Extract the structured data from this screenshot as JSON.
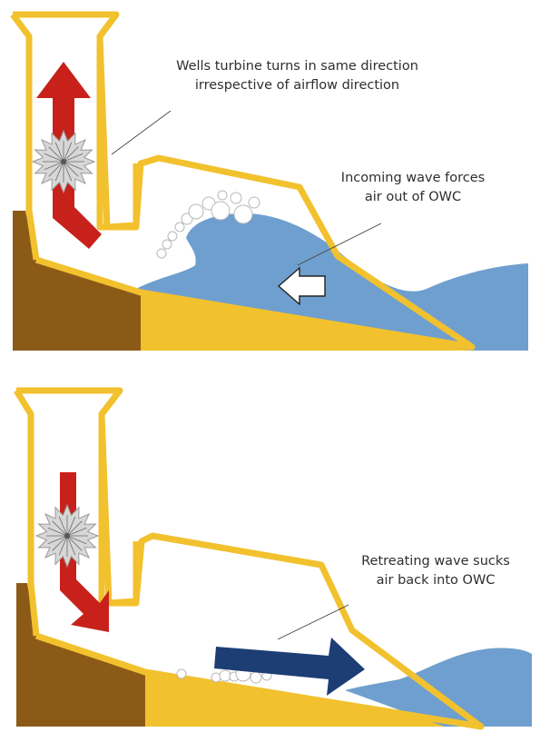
{
  "colors": {
    "structure": "#f2c12e",
    "cliff": "#8c5a17",
    "water": "#6f9fcf",
    "arrow_red": "#c8211b",
    "arrow_navy": "#1c3e74",
    "air_arrow": "#ffffff",
    "turbine": "#9a9a9a",
    "text": "#2e2e2e"
  },
  "panels": [
    {
      "name": "incoming",
      "labels": {
        "turbine_note": [
          "Wells turbine turns in same direction",
          "irrespective of airflow direction"
        ],
        "wave_note": [
          "Incoming wave forces",
          "air out of OWC"
        ]
      },
      "airflow": "up",
      "wave_direction": "left"
    },
    {
      "name": "retreating",
      "labels": {
        "wave_note": [
          "Retreating wave sucks",
          "air back into OWC"
        ]
      },
      "airflow": "down",
      "wave_direction": "right"
    }
  ]
}
